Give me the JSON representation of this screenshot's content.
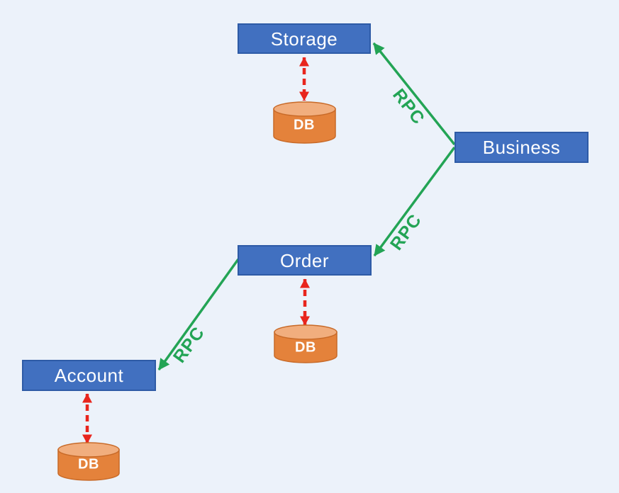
{
  "colors": {
    "background": "#ECF2FA",
    "node_fill": "#4170C0",
    "node_border": "#2E5BA6",
    "node_text": "#FFFFFF",
    "db_body_fill": "#E4823B",
    "db_top_fill": "#F1AE7E",
    "db_border": "#C86A28",
    "db_text": "#FFFFFF",
    "rpc_green": "#23A455",
    "db_link_red": "#E8251D"
  },
  "nodes": [
    {
      "id": "storage",
      "label": "Storage"
    },
    {
      "id": "business",
      "label": "Business"
    },
    {
      "id": "order",
      "label": "Order"
    },
    {
      "id": "account",
      "label": "Account"
    }
  ],
  "databases": [
    {
      "id": "storage-db",
      "label": "DB"
    },
    {
      "id": "order-db",
      "label": "DB"
    },
    {
      "id": "account-db",
      "label": "DB"
    }
  ],
  "edges": [
    {
      "from": "business",
      "to": "storage",
      "label": "RPC",
      "style": "solid-green-arrow"
    },
    {
      "from": "business",
      "to": "order",
      "label": "RPC",
      "style": "solid-green-arrow"
    },
    {
      "from": "order",
      "to": "account",
      "label": "RPC",
      "style": "solid-green-arrow"
    },
    {
      "from": "storage",
      "to": "storage-db",
      "style": "dashed-red-double-arrow"
    },
    {
      "from": "order",
      "to": "order-db",
      "style": "dashed-red-double-arrow"
    },
    {
      "from": "account",
      "to": "account-db",
      "style": "dashed-red-double-arrow"
    }
  ]
}
